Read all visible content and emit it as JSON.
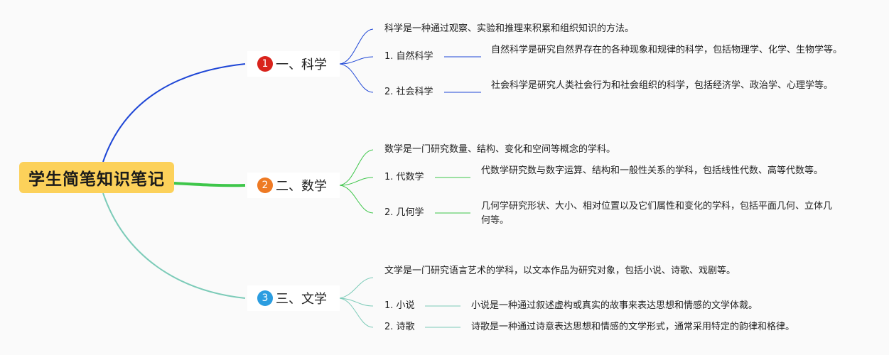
{
  "root": {
    "title": "学生简笔知识笔记"
  },
  "colors": {
    "root_bg": "#fcd15a",
    "branch1": "#1e46d6",
    "branch2": "#3ec64a",
    "branch3": "#7ccbb8",
    "badge1": "#d9231c",
    "badge2": "#ee7a24",
    "badge3": "#2b9de0"
  },
  "branches": [
    {
      "number": "1",
      "label": "一、科学",
      "summary": "科学是一种通过观察、实验和推理来积累和组织知识的方法。",
      "items": [
        {
          "label": "1. 自然科学",
          "detail": "自然科学是研究自然界存在的各种现象和规律的科学，包括物理学、化学、生物学等。"
        },
        {
          "label": "2. 社会科学",
          "detail": "社会科学是研究人类社会行为和社会组织的科学，包括经济学、政治学、心理学等。"
        }
      ]
    },
    {
      "number": "2",
      "label": "二、数学",
      "summary": "数学是一门研究数量、结构、变化和空间等概念的学科。",
      "items": [
        {
          "label": "1. 代数学",
          "detail": "代数学研究数与数字运算、结构和一般性关系的学科，包括线性代数、高等代数等。"
        },
        {
          "label": "2. 几何学",
          "detail": "几何学研究形状、大小、相对位置以及它们属性和变化的学科，包括平面几何、立体几何等。"
        }
      ]
    },
    {
      "number": "3",
      "label": "三、文学",
      "summary": "文学是一门研究语言艺术的学科，以文本作品为研究对象，包括小说、诗歌、戏剧等。",
      "items": [
        {
          "label": "1. 小说",
          "detail": "小说是一种通过叙述虚构或真实的故事来表达思想和情感的文学体裁。"
        },
        {
          "label": "2. 诗歌",
          "detail": "诗歌是一种通过诗意表达思想和情感的文学形式，通常采用特定的韵律和格律。"
        }
      ]
    }
  ]
}
